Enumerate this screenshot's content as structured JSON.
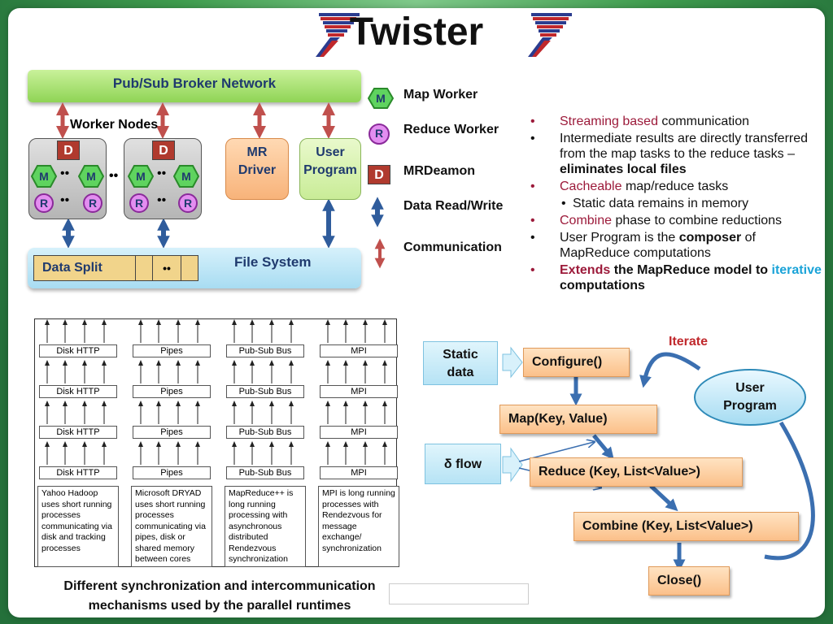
{
  "title": "Twister",
  "top_diagram": {
    "broker": "Pub/Sub Broker Network",
    "worker_nodes": "Worker Nodes",
    "node_d": "D",
    "node_m": "M",
    "node_r": "R",
    "dots": "••",
    "mr_driver": [
      "MR",
      "Driver"
    ],
    "user_program": [
      "User",
      "Program"
    ],
    "file_system": "File System",
    "data_split": "Data Split",
    "split_dots": "••"
  },
  "legend": {
    "map_worker": "Map Worker",
    "reduce_worker": "Reduce Worker",
    "mrdeamon": "MRDeamon",
    "data_rw": "Data Read/Write",
    "communication": "Communication",
    "m": "M",
    "r": "R",
    "d": "D"
  },
  "bullets": [
    {
      "level": 1,
      "parts": [
        {
          "t": "Streaming based",
          "s": "red"
        },
        {
          "t": " communication",
          "s": ""
        }
      ]
    },
    {
      "level": 1,
      "parts": [
        {
          "t": "Intermediate results are directly transferred from the map tasks to the reduce tasks – ",
          "s": ""
        },
        {
          "t": "eliminates local files",
          "s": "bold"
        }
      ]
    },
    {
      "level": 1,
      "parts": [
        {
          "t": "Cacheable",
          "s": "red"
        },
        {
          "t": " map/reduce tasks",
          "s": ""
        }
      ]
    },
    {
      "level": 2,
      "parts": [
        {
          "t": "Static data remains in memory",
          "s": ""
        }
      ]
    },
    {
      "level": 1,
      "parts": [
        {
          "t": "Combine",
          "s": "red"
        },
        {
          "t": " phase to combine reductions",
          "s": ""
        }
      ]
    },
    {
      "level": 1,
      "parts": [
        {
          "t": "User Program is the ",
          "s": ""
        },
        {
          "t": "composer",
          "s": "bold"
        },
        {
          "t": " of MapReduce computations",
          "s": ""
        }
      ]
    },
    {
      "level": 1,
      "parts": [
        {
          "t": "Extends",
          "s": "redbold"
        },
        {
          "t": " the MapReduce model to ",
          "s": "bold"
        },
        {
          "t": "iterative",
          "s": "cyanbold"
        },
        {
          "t": " computations",
          "s": "bold"
        }
      ]
    }
  ],
  "runtimes": {
    "columns": [
      {
        "label": "Disk HTTP",
        "desc": "Yahoo Hadoop uses short running processes communicating via disk and tracking processes"
      },
      {
        "label": "Pipes",
        "desc": "Microsoft DRYAD uses short running processes communicating via pipes, disk or shared memory between cores"
      },
      {
        "label": "Pub-Sub Bus",
        "desc": "MapReduce++ is long running processing with asynchronous distributed Rendezvous synchronization"
      },
      {
        "label": "MPI",
        "desc": "MPI is long running processes with Rendezvous for message exchange/ synchronization"
      }
    ],
    "caption": [
      "Different synchronization and intercommunication",
      "mechanisms used by the parallel runtimes"
    ]
  },
  "flow": {
    "static_data": [
      "Static",
      "data"
    ],
    "configure": "Configure()",
    "map": "Map(Key, Value)",
    "delta_flow": "δ flow",
    "reduce": "Reduce (Key, List<Value>)",
    "combine": "Combine (Key, List<Value>)",
    "close": "Close()",
    "user_program": [
      "User",
      "Program"
    ],
    "iterate": "Iterate"
  },
  "colors": {
    "accent_red": "#9c1a3a",
    "accent_cyan": "#1aa3d8",
    "arrow_blue": "#3b6fb0",
    "arrow_red": "#c0504d",
    "map_green": "#5fd35f",
    "reduce_pink": "#e38ef0",
    "deamon_red": "#b03a2e"
  }
}
